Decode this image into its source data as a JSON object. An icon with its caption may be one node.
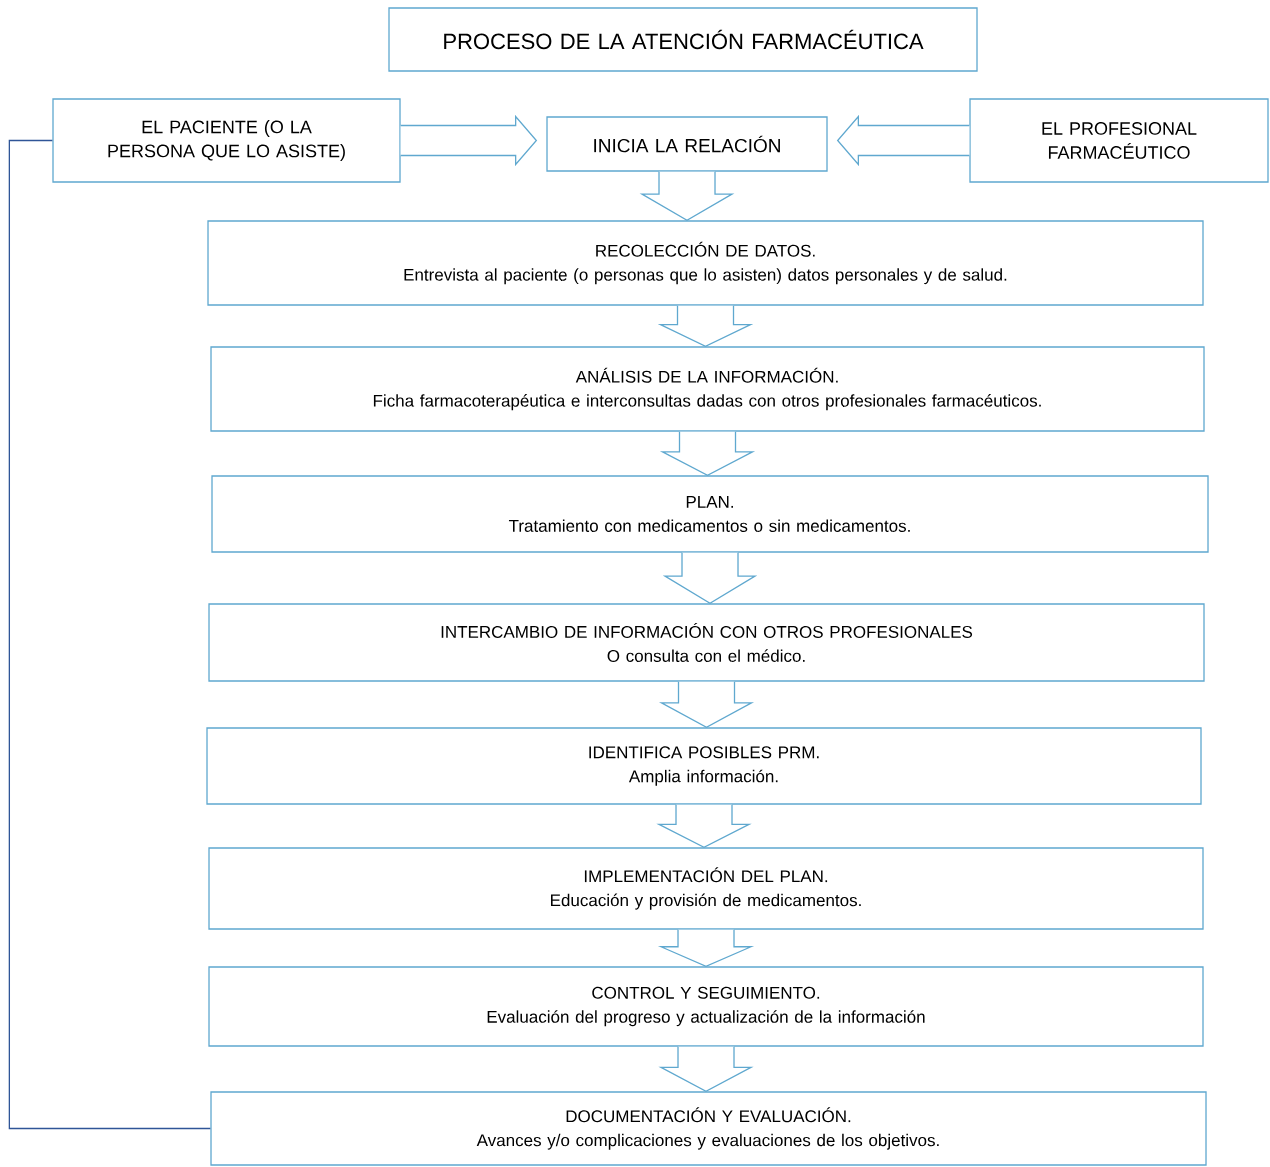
{
  "diagram": {
    "nodes": [
      {
        "text": [
          "PROCESO DE LA ATENCIÓN FARMACÉUTICA"
        ]
      },
      {
        "text": [
          "EL PACIENTE (O LA PERSONA QUE LO ASISTE)"
        ]
      },
      {
        "text": [
          "INICIA LA RELACIÓN"
        ]
      },
      {
        "text": [
          "EL PROFESIONAL FARMACÉUTICO"
        ]
      },
      {
        "text": [
          "RECOLECCIÓN DE DATOS.",
          "Entrevista al paciente (o personas que lo asisten) datos personales y de salud."
        ]
      },
      {
        "text": [
          "ANÁLISIS DE LA INFORMACIÓN.",
          "Ficha farmacoterapéutica e interconsultas dadas con otros profesionales farmacéuticos."
        ]
      },
      {
        "text": [
          "PLAN.",
          "Tratamiento con medicamentos o sin medicamentos."
        ]
      },
      {
        "text": [
          "INTERCAMBIO DE INFORMACIÓN CON OTROS PROFESIONALES",
          "O consulta con el médico."
        ]
      },
      {
        "text": [
          "IDENTIFICA POSIBLES PRM.",
          "Amplia información."
        ]
      },
      {
        "text": [
          "IMPLEMENTACIÓN DEL PLAN.",
          "Educación y provisión de medicamentos."
        ]
      },
      {
        "text": [
          "CONTROL Y SEGUIMIENTO.",
          "Evaluación del progreso y actualización de la información"
        ]
      },
      {
        "text": [
          "DOCUMENTACIÓN Y EVALUACIÓN.",
          "Avances y/o complicaciones y evaluaciones de los objetivos."
        ]
      }
    ],
    "edges": [
      {
        "from": 1,
        "to": 2,
        "arrow": "to"
      },
      {
        "from": 3,
        "to": 2,
        "arrow": "to"
      },
      {
        "from": 2,
        "to": 4,
        "arrow": "to"
      },
      {
        "from": 4,
        "to": 5,
        "arrow": "to"
      },
      {
        "from": 5,
        "to": 6,
        "arrow": "to"
      },
      {
        "from": 6,
        "to": 7,
        "arrow": "to"
      },
      {
        "from": 7,
        "to": 8,
        "arrow": "to"
      },
      {
        "from": 8,
        "to": 9,
        "arrow": "to"
      },
      {
        "from": 9,
        "to": 10,
        "arrow": "to"
      },
      {
        "from": 10,
        "to": 11,
        "arrow": "to"
      },
      {
        "from": 11,
        "to": 1,
        "arrow": "none",
        "color": "#2f5597"
      }
    ]
  }
}
